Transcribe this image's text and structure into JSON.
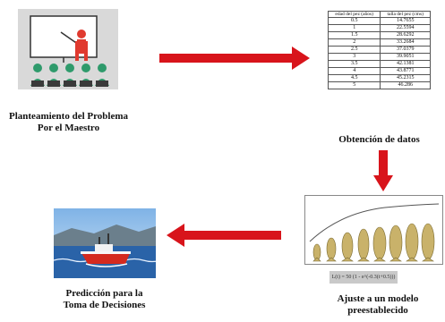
{
  "steps": {
    "problem": {
      "caption_line1": "Planteamiento del Problema",
      "caption_line2": "Por el Maestro"
    },
    "data": {
      "caption": "Obtención de datos"
    },
    "fit": {
      "caption_line1": "Ajuste a un modelo",
      "caption_line2": "preestablecido",
      "formula": "L(t) = 50 (1 - e^(-0.3(t+0.5)))"
    },
    "predict": {
      "caption_line1": "Predicción para la",
      "caption_line2": "Toma de Decisiones"
    }
  },
  "table": {
    "headers": [
      "edad del pez (años)",
      "talla del pez (cms)"
    ],
    "rows": [
      [
        "0.5",
        "14.7655"
      ],
      [
        "1",
        "22.5594"
      ],
      [
        "1.5",
        "28.6292"
      ],
      [
        "2",
        "33.2684"
      ],
      [
        "2.5",
        "37.0379"
      ],
      [
        "3",
        "39.9051"
      ],
      [
        "3.5",
        "42.1381"
      ],
      [
        "4",
        "43.8771"
      ],
      [
        "4.5",
        "45.2315"
      ],
      [
        "5",
        "46.286"
      ]
    ]
  },
  "colors": {
    "arrow": "#d8141b",
    "presenter": "#e03a2f",
    "audience": "#2e9a6b",
    "boat": "#d42a1f",
    "sea": "#2a63a8"
  }
}
